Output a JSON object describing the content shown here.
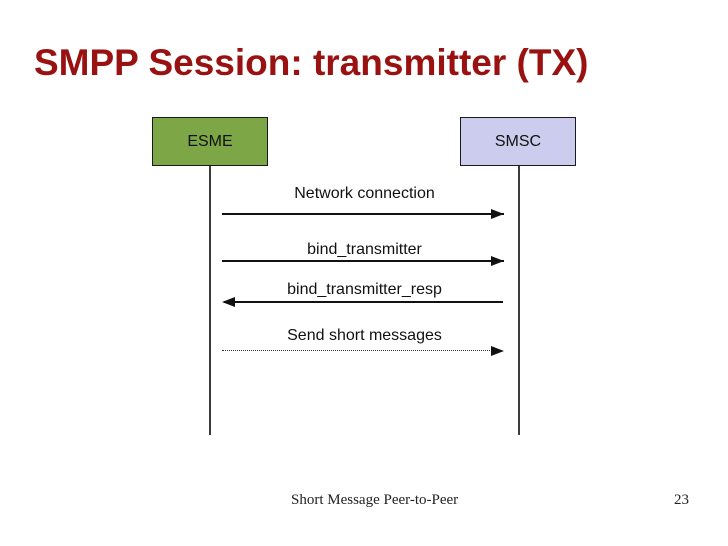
{
  "slide": {
    "title": "SMPP Session: transmitter (TX)",
    "title_color": "#991111",
    "footer": "Short Message Peer-to-Peer",
    "page_number": "23",
    "background_color": "#ffffff"
  },
  "diagram": {
    "type": "sequence-diagram",
    "actors": [
      {
        "id": "esme",
        "label": "ESME",
        "fill": "#7da647",
        "border": "#1a1a1a"
      },
      {
        "id": "smsc",
        "label": "SMSC",
        "fill": "#ccccee",
        "border": "#1a1a1a"
      }
    ],
    "messages": [
      {
        "label": "Network connection",
        "from": "ESME",
        "to": "SMSC",
        "direction": "right",
        "line_style": "solid"
      },
      {
        "label": "bind_transmitter",
        "from": "ESME",
        "to": "SMSC",
        "direction": "right",
        "line_style": "solid"
      },
      {
        "label": "bind_transmitter_resp",
        "from": "SMSC",
        "to": "ESME",
        "direction": "left",
        "line_style": "solid"
      },
      {
        "label": "Send short messages",
        "from": "ESME",
        "to": "SMSC",
        "direction": "right",
        "line_style": "dotted"
      }
    ]
  }
}
